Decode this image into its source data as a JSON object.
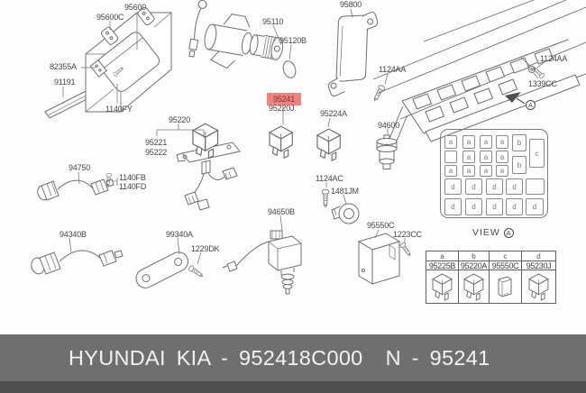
{
  "colors": {
    "line": "#6e6e6e",
    "label": "#474747",
    "highlight_bg": "#f0837d",
    "highlight_text": "#7e3537",
    "banner_bg": "#6f6f6f",
    "banner_text": "#f2f2f2"
  },
  "labels": {
    "l95600": "95600",
    "l95600C": "95600C",
    "l82355A": "82355A",
    "l91191": "91191",
    "l1140FY": "1140FY",
    "l95110": "95110",
    "l95120B": "95120B",
    "l95800": "95800",
    "l1124AA_left": "1124AA",
    "l1124AA_right": "1124AA",
    "l1339CC": "1339CC",
    "l95220": "95220",
    "l95221": "95221",
    "l95222": "95222",
    "l1140FB": "1140FB",
    "l1140FD": "1140FD",
    "l94750": "94750",
    "l95241": "95241",
    "l95220J": "95220J",
    "l95224A": "95224A",
    "l94600": "94600",
    "l1124AC": "1124AC",
    "l1481JM": "1481JM",
    "l94340B": "94340B",
    "l99340A": "99340A",
    "l1229DK": "1229DK",
    "l94650B": "94650B",
    "l95550C": "95550C",
    "l1223CC": "1223CC"
  },
  "view": {
    "label": "VIEW",
    "marker": "A"
  },
  "panel": {
    "letters": {
      "a": "a",
      "b": "b",
      "c": "c",
      "d": "d"
    }
  },
  "view_table": {
    "headers": [
      "a",
      "b",
      "c",
      "d"
    ],
    "parts": [
      "95225B",
      "95220A",
      "95550C",
      "95230J"
    ]
  },
  "banner": {
    "make_text": "HYUNDAI KIA - 952418C000",
    "number_text": "N - 95241"
  }
}
